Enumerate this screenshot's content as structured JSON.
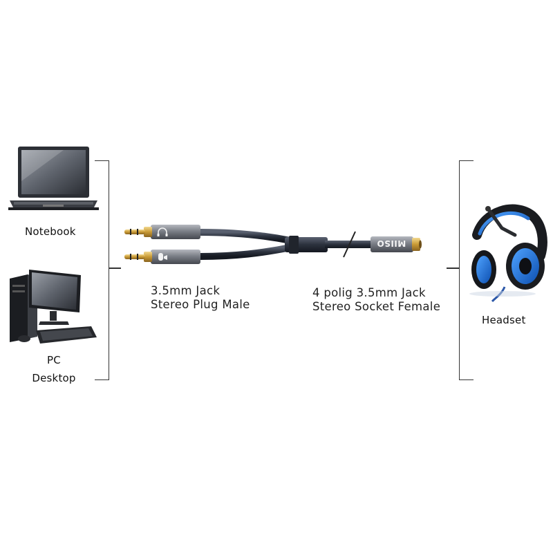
{
  "devices": {
    "notebook_label": "Notebook",
    "pc_label_line1": "PC",
    "pc_label_line2": "Desktop",
    "headset_label": "Headset"
  },
  "cable": {
    "brand": "MIISO",
    "male_caption_line1": "3.5mm Jack",
    "male_caption_line2": "Stereo Plug Male",
    "female_caption_line1": "4 polig 3.5mm Jack",
    "female_caption_line2": "Stereo Socket Female"
  },
  "icons": {
    "headphone_plug": "headphone-icon",
    "microphone_plug": "microphone-icon"
  },
  "colors": {
    "gold": "#d2a84a",
    "plug_housing": "#7d8087",
    "cable": "#2d3340",
    "headset_blue": "#1f6fd6"
  }
}
